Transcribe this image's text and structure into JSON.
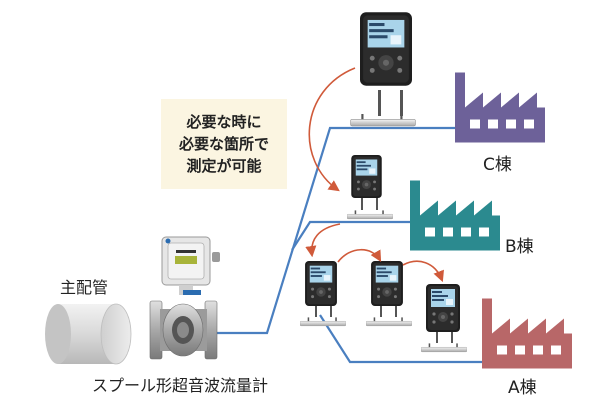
{
  "callout": {
    "lines": [
      "必要な時に",
      "必要な箇所で",
      "測定が可能"
    ]
  },
  "labels": {
    "main_pipe": "主配管",
    "meter": "スプール形超音波流量計",
    "building_c": "C棟",
    "building_b": "B棟",
    "building_a": "A棟"
  },
  "colors": {
    "pipe_line": "#4a7fc0",
    "building_c": "#6d6199",
    "building_b": "#2b8a8f",
    "building_a": "#b86768",
    "arrow": "#d05a3a",
    "callout_bg": "#fbf5e1",
    "device_body": "#1e1e1e",
    "device_screen": "#a9d4ea"
  }
}
